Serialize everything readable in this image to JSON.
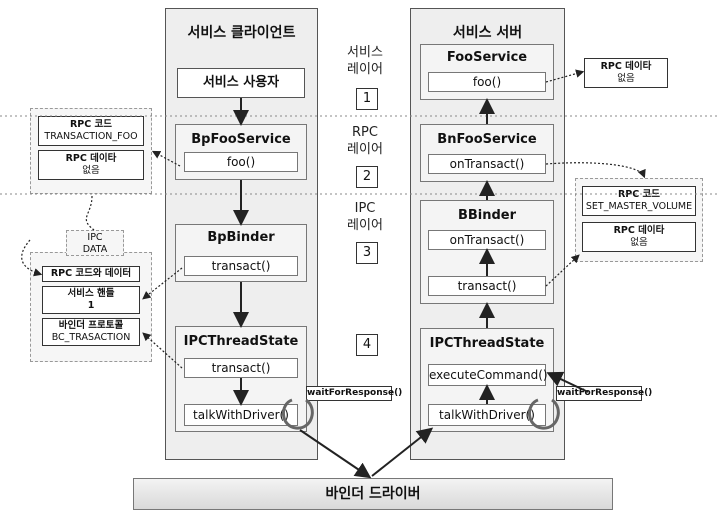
{
  "client": {
    "title": "서비스 클라이언트",
    "user_box": "서비스 사용자",
    "proxy_title": "BpFooService",
    "proxy_method": "foo()",
    "binder_title": "BpBinder",
    "binder_method": "transact()",
    "ipc_title": "IPCThreadState",
    "ipc_method1": "transact()",
    "ipc_method2": "talkWithDriver()",
    "wait_label": "waitForResponse()"
  },
  "server": {
    "title": "서비스 서버",
    "service_title": "FooService",
    "service_method": "foo()",
    "stub_title": "BnFooService",
    "stub_method": "onTransact()",
    "binder_title": "BBinder",
    "binder_method1": "onTransact()",
    "binder_method2": "transact()",
    "ipc_title": "IPCThreadState",
    "ipc_method1": "executeCommand()",
    "ipc_method2": "talkWithDriver()",
    "wait_label": "waitForResponse()"
  },
  "layers": {
    "service": {
      "label1": "서비스",
      "label2": "레이어",
      "num": "1"
    },
    "rpc": {
      "label1": "RPC",
      "label2": "레이어",
      "num": "2"
    },
    "ipc": {
      "label1": "IPC",
      "label2": "레이어",
      "num": "3"
    },
    "fourth": {
      "num": "4"
    }
  },
  "left_rpc": {
    "code_title": "RPC 코드",
    "code_value": "TRANSACTION_FOO",
    "data_title": "RPC 데이타",
    "data_value": "없음"
  },
  "left_ipc": {
    "group_label1": "IPC",
    "group_label2": "DATA",
    "row1": "RPC 코드와 데이터",
    "row2_line1": "서비스 핸들",
    "row2_line2": "1",
    "row3_line1": "바인더 프로토콜",
    "row3_line2": "BC_TRASACTION"
  },
  "right_top": {
    "title": "RPC 데이타",
    "value": "없음"
  },
  "right_rpc": {
    "code_title": "RPC 코드",
    "code_value": "SET_MASTER_VOLUME",
    "data_title": "RPC 데이타",
    "data_value": "없음"
  },
  "driver": {
    "label": "바인더 드라이버"
  }
}
